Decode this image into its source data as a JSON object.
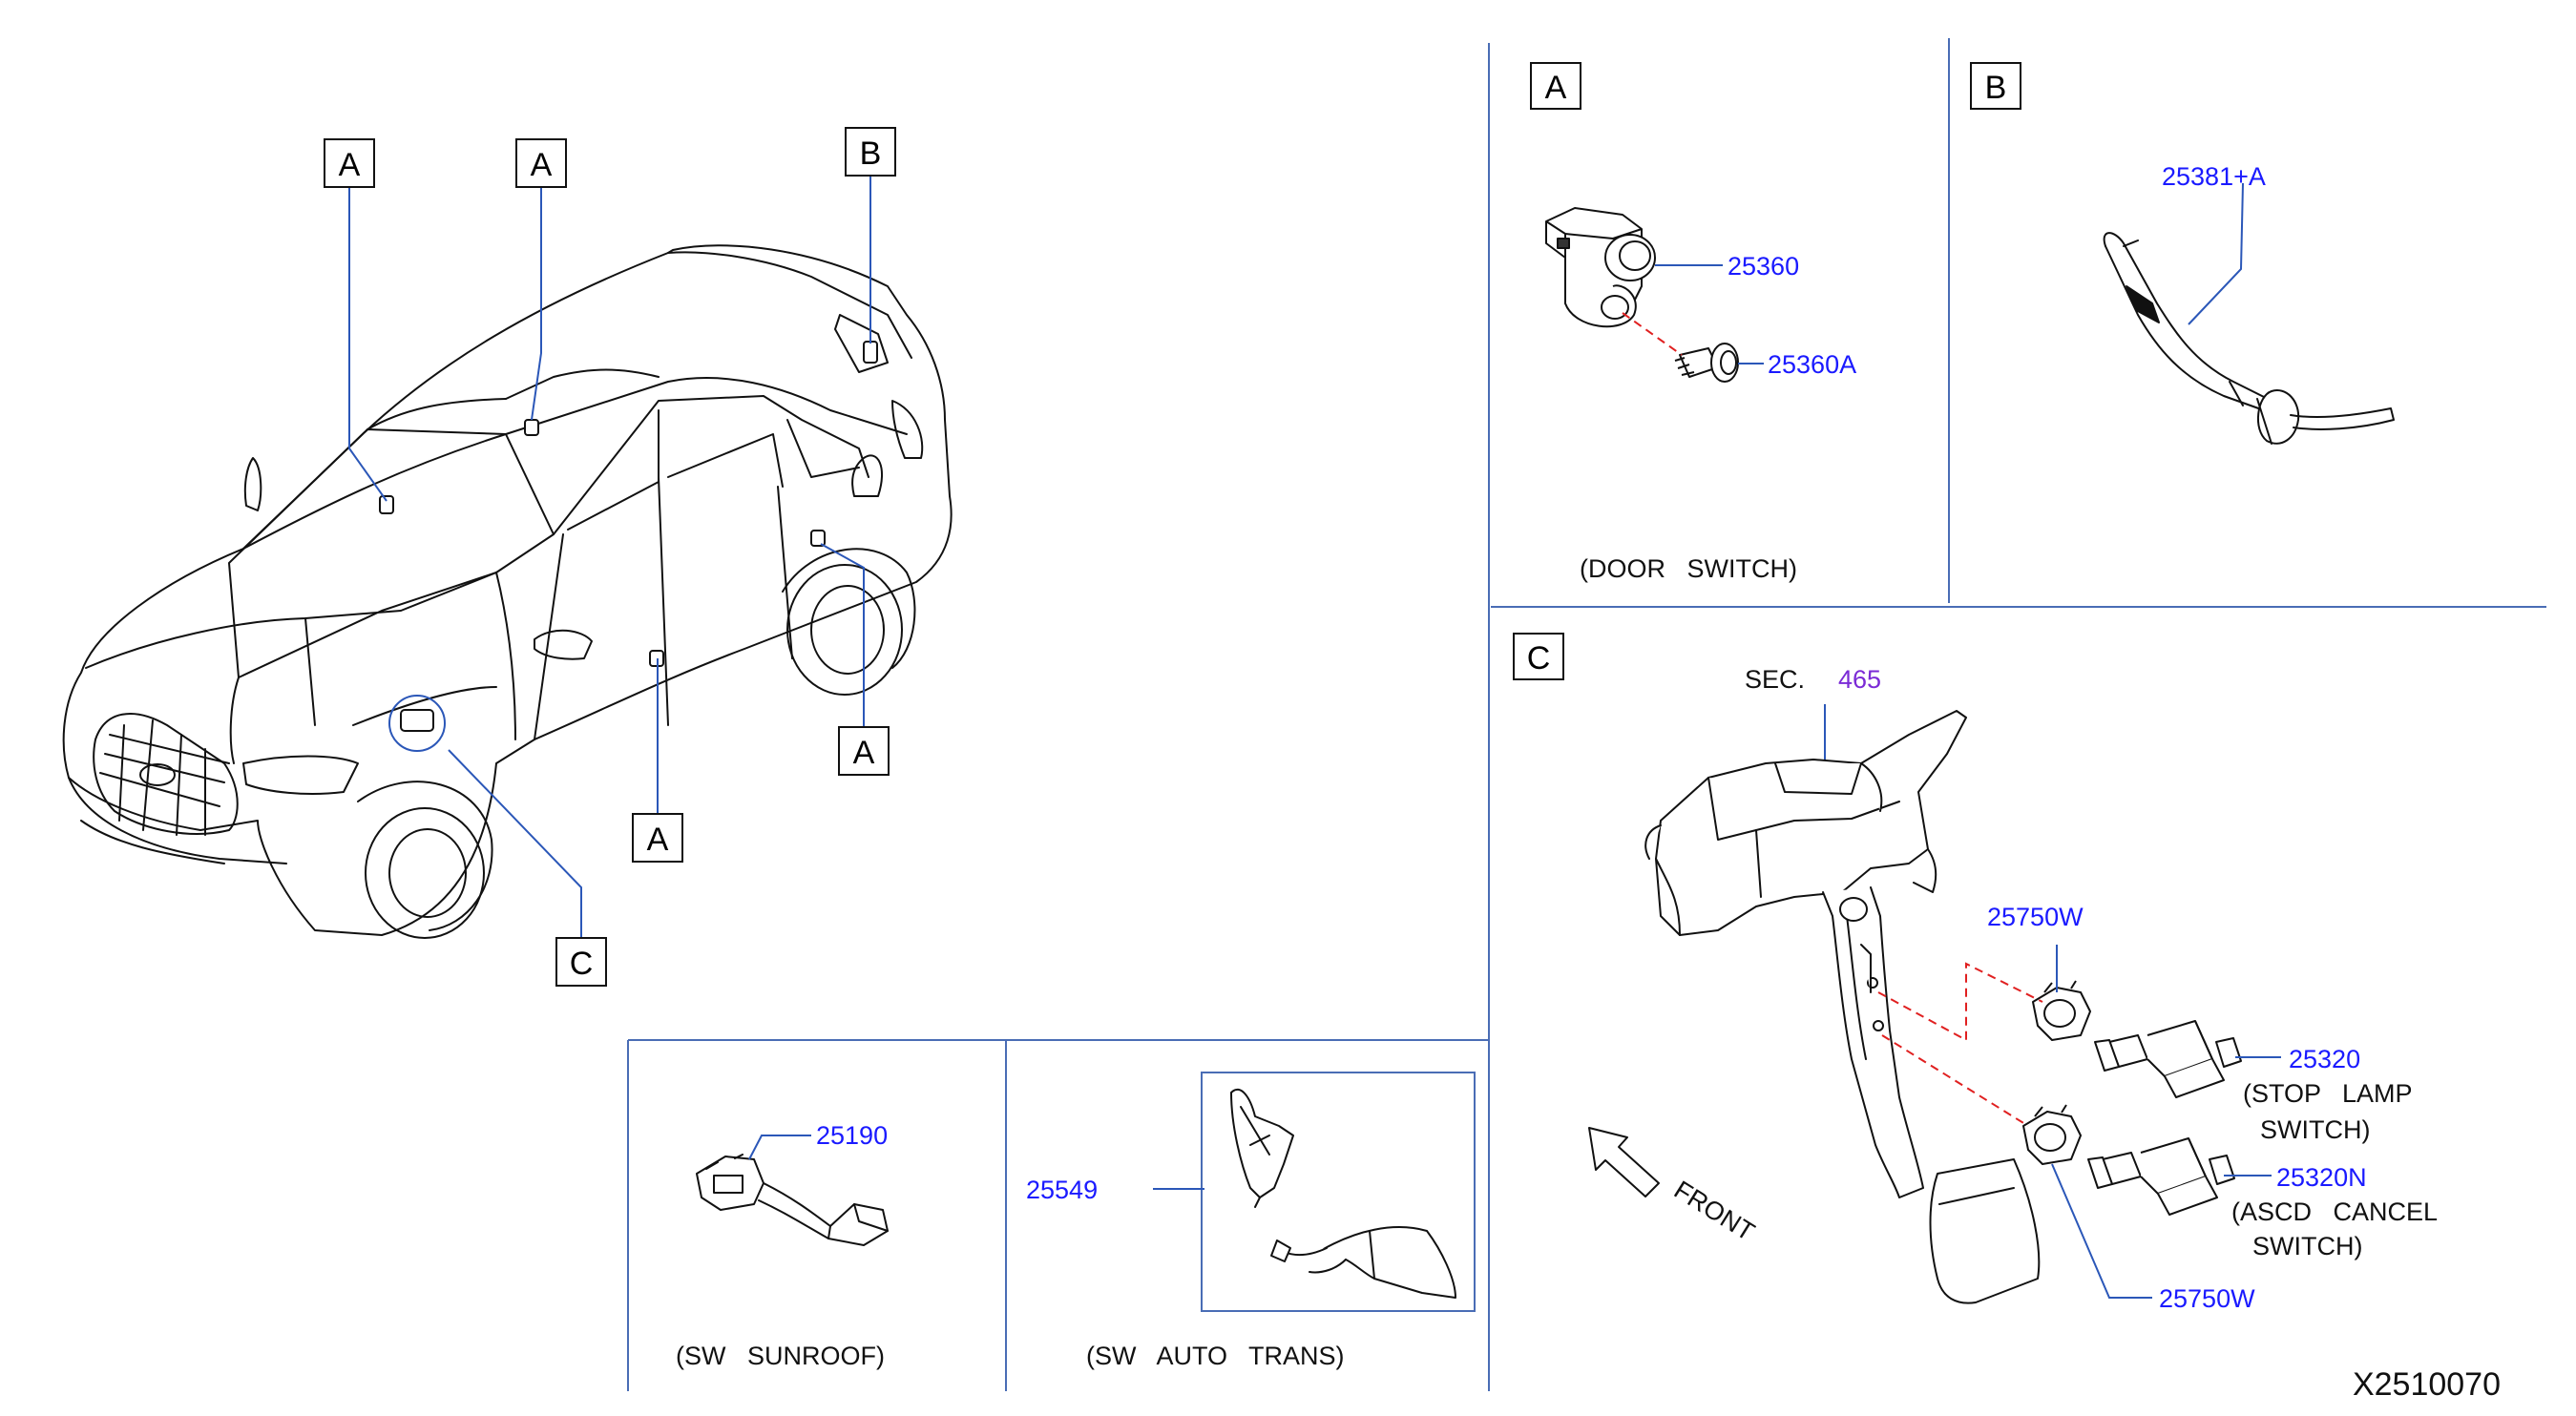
{
  "colors": {
    "line": "#111111",
    "leader": "#2b57b8",
    "part_number": "#1a1aff",
    "section_ref": "#7b2bd6",
    "hidden_line": "#e02020",
    "frame": "#4a6db5"
  },
  "vehicle": {
    "callouts": [
      {
        "id": "a1",
        "letter": "A"
      },
      {
        "id": "a2",
        "letter": "A"
      },
      {
        "id": "b",
        "letter": "B"
      },
      {
        "id": "a3",
        "letter": "A"
      },
      {
        "id": "a4",
        "letter": "A"
      },
      {
        "id": "c",
        "letter": "C"
      }
    ]
  },
  "panel_a": {
    "letter": "A",
    "parts": [
      "25360",
      "25360A"
    ],
    "caption": "(DOOR   SWITCH)"
  },
  "panel_b": {
    "letter": "B",
    "parts": [
      "25381+A"
    ]
  },
  "panel_c": {
    "letter": "C",
    "sec_label": "SEC.",
    "sec_number": "465",
    "parts": [
      "25750W",
      "25320",
      "25320N",
      "25750W"
    ],
    "stop_lamp_caption": [
      "(STOP   LAMP",
      "SWITCH)"
    ],
    "ascd_caption": [
      "(ASCD   CANCEL",
      "SWITCH)"
    ],
    "front_label": "FRONT"
  },
  "panel_sunroof": {
    "part": "25190",
    "caption": "(SW   SUNROOF)"
  },
  "panel_auto_trans": {
    "part": "25549",
    "caption": "(SW   AUTO   TRANS)"
  },
  "diagram_code": "X2510070"
}
